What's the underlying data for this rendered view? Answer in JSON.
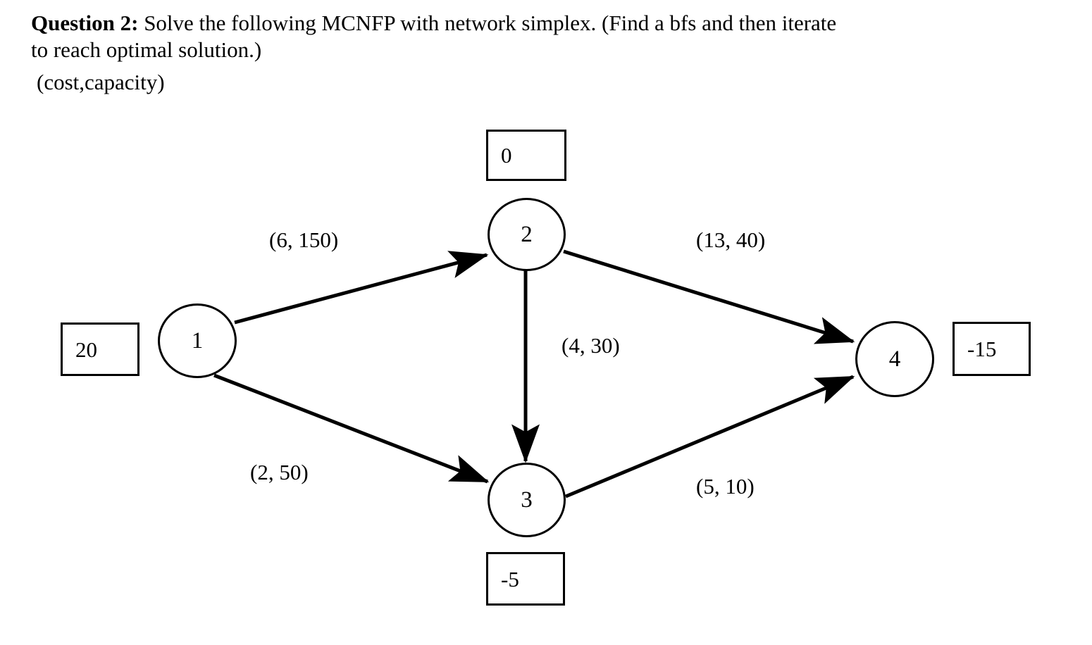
{
  "problem": {
    "label": "Question 2:",
    "line1_rest": " Solve the following MCNFP with network simplex. (Find a bfs and then iterate",
    "line2": "to reach optimal solution.)",
    "line3": "(cost,capacity)"
  },
  "diagram": {
    "type": "network-flow-graph",
    "nodes": [
      {
        "id": "1",
        "label": "1",
        "supply": "20",
        "supply_position": "left"
      },
      {
        "id": "2",
        "label": "2",
        "supply": "0",
        "supply_position": "above"
      },
      {
        "id": "3",
        "label": "3",
        "supply": "-5",
        "supply_position": "below"
      },
      {
        "id": "4",
        "label": "4",
        "supply": "-15",
        "supply_position": "right"
      }
    ],
    "edges": [
      {
        "from": "1",
        "to": "2",
        "cost": 6,
        "capacity": 150,
        "label": "(6, 150)"
      },
      {
        "from": "1",
        "to": "3",
        "cost": 2,
        "capacity": 50,
        "label": "(2, 50)"
      },
      {
        "from": "2",
        "to": "3",
        "cost": 4,
        "capacity": 30,
        "label": "(4, 30)"
      },
      {
        "from": "2",
        "to": "4",
        "cost": 13,
        "capacity": 40,
        "label": "(13, 40)"
      },
      {
        "from": "3",
        "to": "4",
        "cost": 5,
        "capacity": 10,
        "label": "(5, 10)"
      }
    ],
    "colors": {
      "stroke": "#000000",
      "background": "#ffffff"
    }
  }
}
